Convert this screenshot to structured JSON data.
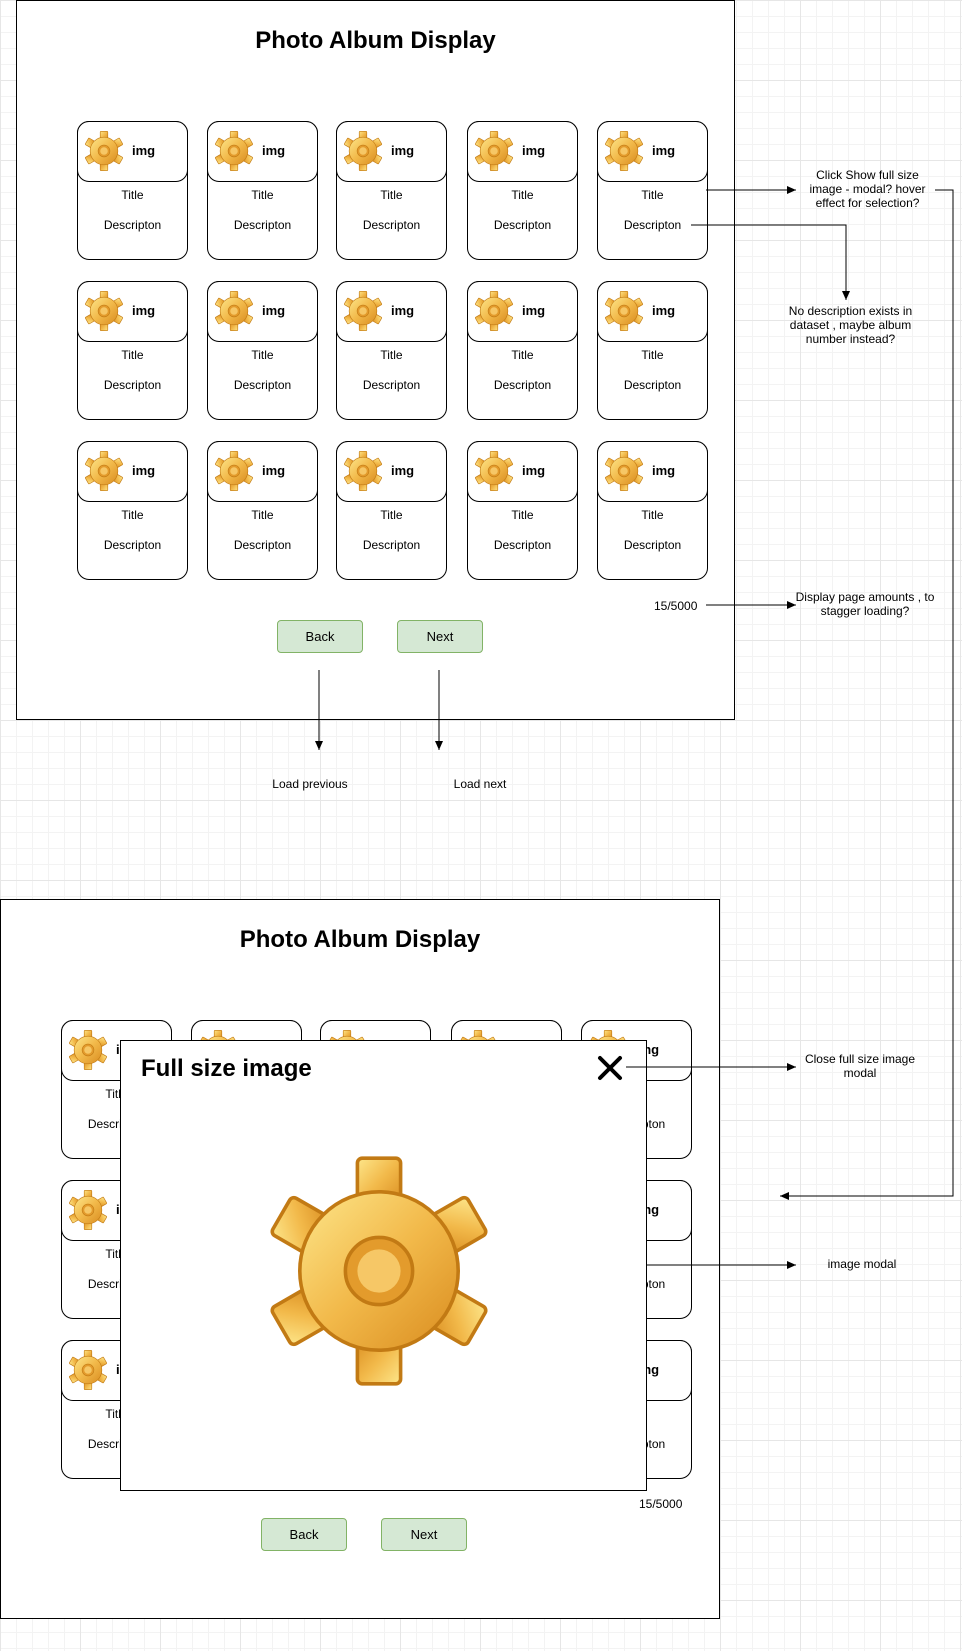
{
  "album": {
    "title": "Photo Album Display",
    "cards": [
      {
        "img_label": "img",
        "title": "Title",
        "description": "Descripton"
      },
      {
        "img_label": "img",
        "title": "Title",
        "description": "Descripton"
      },
      {
        "img_label": "img",
        "title": "Title",
        "description": "Descripton"
      },
      {
        "img_label": "img",
        "title": "Title",
        "description": "Descripton"
      },
      {
        "img_label": "img",
        "title": "Title",
        "description": "Descripton"
      },
      {
        "img_label": "img",
        "title": "Title",
        "description": "Descripton"
      },
      {
        "img_label": "img",
        "title": "Title",
        "description": "Descripton"
      },
      {
        "img_label": "img",
        "title": "Title",
        "description": "Descripton"
      },
      {
        "img_label": "img",
        "title": "Title",
        "description": "Descripton"
      },
      {
        "img_label": "img",
        "title": "Title",
        "description": "Descripton"
      },
      {
        "img_label": "img",
        "title": "Title",
        "description": "Descripton"
      },
      {
        "img_label": "img",
        "title": "Title",
        "description": "Descripton"
      },
      {
        "img_label": "img",
        "title": "Title",
        "description": "Descripton"
      },
      {
        "img_label": "img",
        "title": "Title",
        "description": "Descripton"
      },
      {
        "img_label": "img",
        "title": "Title",
        "description": "Descripton"
      }
    ],
    "counter": "15/5000",
    "back_label": "Back",
    "next_label": "Next"
  },
  "modal_view": {
    "title": "Photo Album Display",
    "counter": "15/5000",
    "back_label": "Back",
    "next_label": "Next",
    "modal": {
      "title": "Full size image",
      "close_icon": "close-icon",
      "image_icon": "gear-icon"
    }
  },
  "annotations": {
    "click_full_size": "Click Show full size image - modal? hover effect for selection?",
    "no_description": "No description exists in dataset , maybe album number instead?",
    "page_amounts": "Display page amounts , to stagger loading?",
    "load_previous": "Load previous",
    "load_next": "Load next",
    "close_modal": "Close full size image modal",
    "image_modal": "image modal"
  },
  "colors": {
    "button_fill": "#d5e8d4",
    "button_border": "#82b366",
    "gear": "#e8a830"
  },
  "icons": {
    "card_image": "gear-icon",
    "close": "close-icon"
  }
}
